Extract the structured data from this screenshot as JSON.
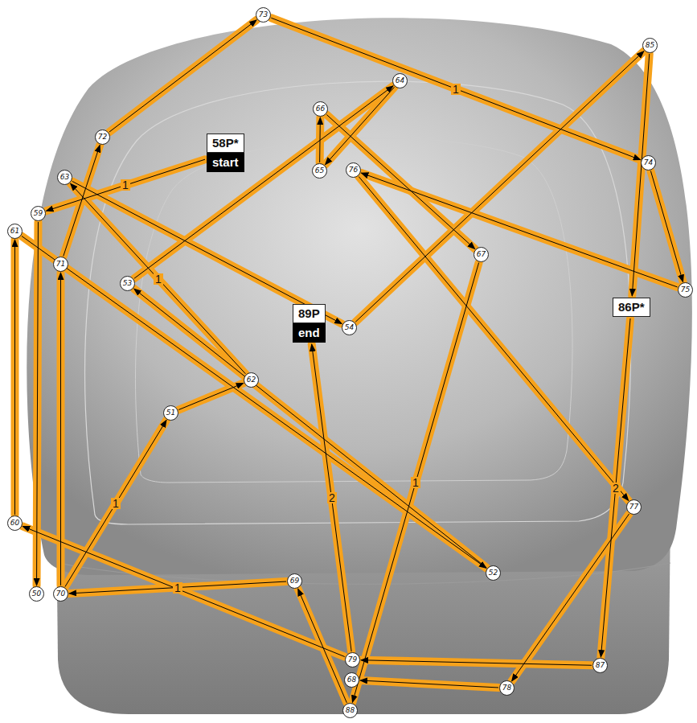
{
  "diagram": {
    "nodes": [
      {
        "text": [
          "73"
        ]
      },
      {
        "text": [
          "85"
        ]
      },
      {
        "text": [
          "64"
        ]
      },
      {
        "text": [
          "66"
        ]
      },
      {
        "text": [
          "58P*",
          "start"
        ]
      },
      {
        "text": [
          "72"
        ]
      },
      {
        "text": [
          "74"
        ]
      },
      {
        "text": [
          "65"
        ]
      },
      {
        "text": [
          "76"
        ]
      },
      {
        "text": [
          "63"
        ]
      },
      {
        "text": [
          "59"
        ]
      },
      {
        "text": [
          "61"
        ]
      },
      {
        "text": [
          "67"
        ]
      },
      {
        "text": [
          "71"
        ]
      },
      {
        "text": [
          "53"
        ]
      },
      {
        "text": [
          "75"
        ]
      },
      {
        "text": [
          "86P*"
        ]
      },
      {
        "text": [
          "89P",
          "end"
        ]
      },
      {
        "text": [
          "54"
        ]
      },
      {
        "text": [
          "62"
        ]
      },
      {
        "text": [
          "51"
        ]
      },
      {
        "text": [
          "77"
        ]
      },
      {
        "text": [
          "60"
        ]
      },
      {
        "text": [
          "52"
        ]
      },
      {
        "text": [
          "69"
        ]
      },
      {
        "text": [
          "50"
        ]
      },
      {
        "text": [
          "70"
        ]
      },
      {
        "text": [
          "79"
        ]
      },
      {
        "text": [
          "87"
        ]
      },
      {
        "text": [
          "68"
        ]
      },
      {
        "text": [
          "78"
        ]
      },
      {
        "text": [
          "88"
        ]
      }
    ],
    "edges": [
      {
        "from": 4,
        "to": 10,
        "arrow": "to",
        "label": "1"
      },
      {
        "from": 10,
        "to": 25,
        "arrow": "to"
      },
      {
        "from": 24,
        "to": 26,
        "arrow": "to",
        "label": "1"
      },
      {
        "from": 26,
        "to": 13,
        "arrow": "to"
      },
      {
        "from": 13,
        "to": 5,
        "arrow": "to"
      },
      {
        "from": 5,
        "to": 0,
        "arrow": "to"
      },
      {
        "from": 0,
        "to": 6,
        "arrow": "to",
        "label": "1"
      },
      {
        "from": 6,
        "to": 15,
        "arrow": "to"
      },
      {
        "from": 15,
        "to": 8,
        "arrow": "to"
      },
      {
        "from": 8,
        "to": 21,
        "arrow": "to"
      },
      {
        "from": 21,
        "to": 30,
        "arrow": "to"
      },
      {
        "from": 30,
        "to": 29,
        "arrow": "to"
      },
      {
        "from": 31,
        "to": 24,
        "arrow": "to"
      },
      {
        "from": 27,
        "to": 22,
        "arrow": "to"
      },
      {
        "from": 22,
        "to": 11,
        "arrow": "to"
      },
      {
        "from": 11,
        "to": 23,
        "arrow": "to"
      },
      {
        "from": 23,
        "to": 14,
        "arrow": "to"
      },
      {
        "from": 14,
        "to": 2,
        "arrow": "to"
      },
      {
        "from": 2,
        "to": 7,
        "arrow": "to"
      },
      {
        "from": 7,
        "to": 3,
        "arrow": "to"
      },
      {
        "from": 3,
        "to": 12,
        "arrow": "to"
      },
      {
        "from": 12,
        "to": 31,
        "arrow": "to",
        "label": "1"
      },
      {
        "from": 26,
        "to": 20,
        "arrow": "to",
        "label": "1"
      },
      {
        "from": 20,
        "to": 19,
        "arrow": "to"
      },
      {
        "from": 19,
        "to": 9,
        "arrow": "to",
        "label": "1"
      },
      {
        "from": 9,
        "to": 18,
        "arrow": "to"
      },
      {
        "from": 18,
        "to": 1,
        "arrow": "to"
      },
      {
        "from": 1,
        "to": 16,
        "arrow": "to"
      },
      {
        "from": 16,
        "to": 28,
        "arrow": "to",
        "label": "2"
      },
      {
        "from": 28,
        "to": 27,
        "arrow": "to"
      },
      {
        "from": 27,
        "to": 17,
        "arrow": "to",
        "label": "2"
      }
    ]
  }
}
